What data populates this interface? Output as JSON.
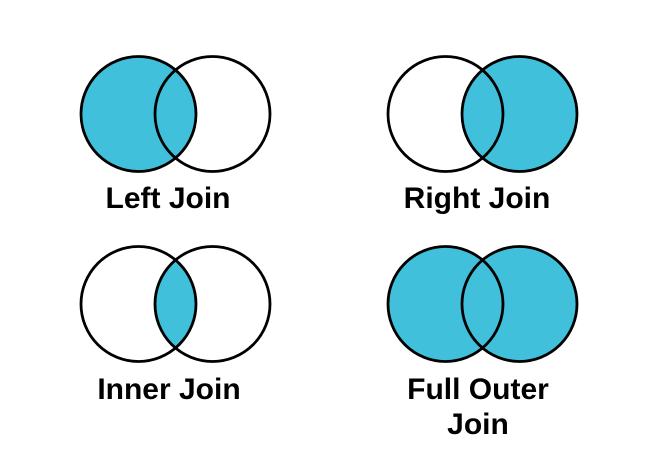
{
  "colors": {
    "highlight": "#40C0DA",
    "circle_outline": "#000000",
    "unshaded_region": "#FFFFFF",
    "background": "#FFFFFF",
    "label_text": "#000000"
  },
  "diagrams": [
    {
      "name": "left-join",
      "label": "Left Join",
      "shaded": "left circle including intersection"
    },
    {
      "name": "right-join",
      "label": "Right Join",
      "shaded": "right circle including intersection"
    },
    {
      "name": "inner-join",
      "label": "Inner Join",
      "shaded": "intersection only"
    },
    {
      "name": "full-outer-join",
      "label": "Full Outer Join",
      "shaded": "both circles"
    }
  ]
}
